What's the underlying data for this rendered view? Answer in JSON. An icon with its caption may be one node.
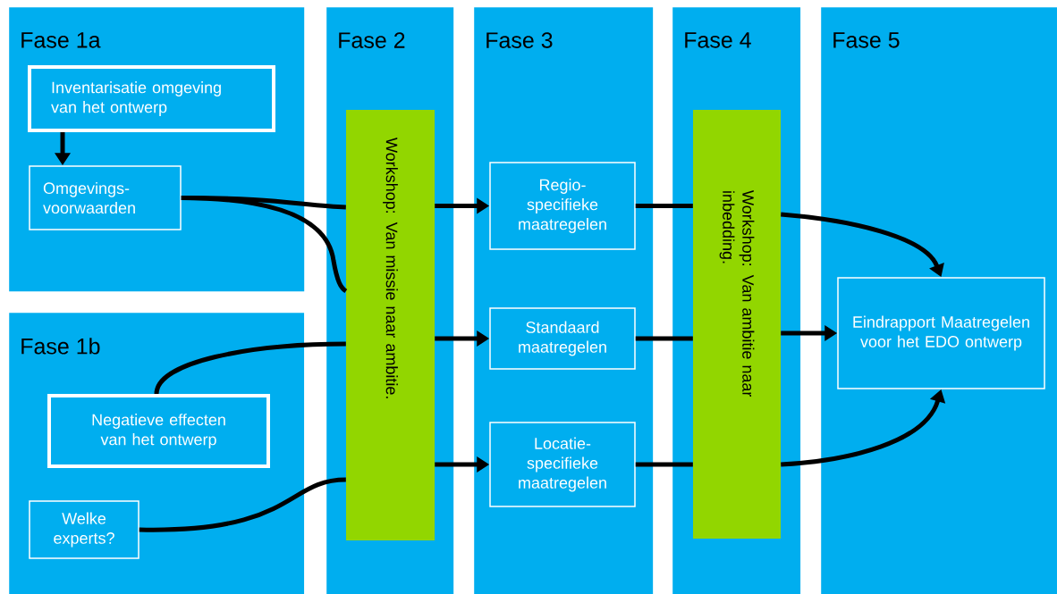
{
  "diagram": {
    "nodes": [
      {
        "text": [
          "Fase 1a"
        ]
      },
      {
        "text": [
          "Inventarisatie omgeving van het ontwerp"
        ],
        "in": 0
      },
      {
        "text": [
          "Omgevings- voorwaarden"
        ],
        "in": 0
      },
      {
        "text": [
          "Fase 1b"
        ]
      },
      {
        "text": [
          "Negatieve effecten van het ontwerp"
        ],
        "in": 3
      },
      {
        "text": [
          "Welke experts?"
        ],
        "in": 3
      },
      {
        "text": [
          "Fase 2"
        ]
      },
      {
        "text": [
          "Workshop:  Van missie naar ambitie."
        ],
        "in": 6
      },
      {
        "text": [
          "Fase 3"
        ]
      },
      {
        "text": [
          "Regio- specifieke maatregelen"
        ],
        "in": 8
      },
      {
        "text": [
          "Standaard maatregelen"
        ],
        "in": 8
      },
      {
        "text": [
          "Locatie- specifieke maatregelen"
        ],
        "in": 8
      },
      {
        "text": [
          "Fase 4"
        ]
      },
      {
        "text": [
          "Workshop:  Van ambitie naar inbedding."
        ],
        "in": 12
      },
      {
        "text": [
          "Fase 5"
        ]
      },
      {
        "text": [
          "Eindrapport Maatregelen voor het EDO ontwerp"
        ],
        "in": 14
      }
    ],
    "edges": [
      {
        "from": 1,
        "to": 2,
        "arrow": "to"
      },
      {
        "from": 2,
        "to": 7,
        "arrow": "none"
      },
      {
        "from": 2,
        "to": 7,
        "arrow": "none"
      },
      {
        "from": 4,
        "to": 7,
        "arrow": "none"
      },
      {
        "from": 5,
        "to": 7,
        "arrow": "none"
      },
      {
        "from": 7,
        "to": 9,
        "arrow": "to"
      },
      {
        "from": 7,
        "to": 10,
        "arrow": "to"
      },
      {
        "from": 7,
        "to": 11,
        "arrow": "to"
      },
      {
        "from": 9,
        "to": 13,
        "arrow": "none"
      },
      {
        "from": 10,
        "to": 13,
        "arrow": "none"
      },
      {
        "from": 11,
        "to": 13,
        "arrow": "none"
      },
      {
        "from": 13,
        "to": 15,
        "arrow": "to"
      },
      {
        "from": 13,
        "to": 15,
        "arrow": "to"
      },
      {
        "from": 13,
        "to": 15,
        "arrow": "to"
      }
    ]
  }
}
